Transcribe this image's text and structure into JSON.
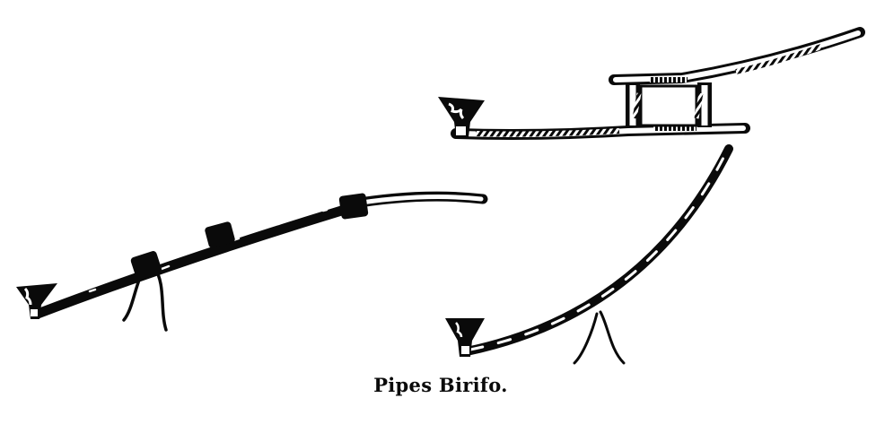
{
  "figure": {
    "caption": "Pipes Birifo.",
    "ink_color": "#0a0a0a",
    "paper_color": "#ffffff",
    "items": [
      {
        "id": "pipe-straight-banded",
        "description": "long pipe with three dark bands and a hanging cord"
      },
      {
        "id": "pipe-double-stem",
        "description": "pipe with hatched stem and rectangular double-stem frame"
      },
      {
        "id": "pipe-curved",
        "description": "long curved pipe with hanging cord"
      }
    ]
  }
}
